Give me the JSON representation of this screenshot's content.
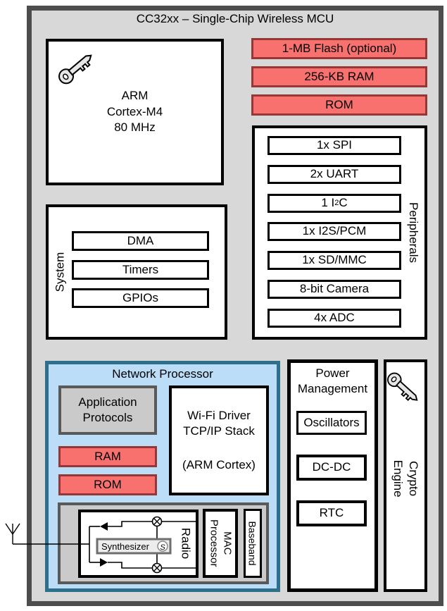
{
  "title": "CC32xx – Single-Chip Wireless MCU",
  "cpu": {
    "line1": "ARM",
    "line2": "Cortex-M4",
    "line3": "80 MHz"
  },
  "memory": {
    "flash": "1-MB Flash (optional)",
    "ram": "256-KB RAM",
    "rom": "ROM"
  },
  "peripherals": {
    "label": "Peripherals",
    "items": [
      {
        "text": "1x SPI"
      },
      {
        "text": "2x UART"
      },
      {
        "pre": "1 I",
        "sup": "2",
        "post": "C"
      },
      {
        "text": "1x I2S/PCM"
      },
      {
        "text": "1x SD/MMC"
      },
      {
        "text": "8-bit Camera"
      },
      {
        "text": "4x ADC"
      }
    ]
  },
  "system": {
    "label": "System",
    "items": [
      "DMA",
      "Timers",
      "GPIOs"
    ]
  },
  "network_processor": {
    "title": "Network Processor",
    "application_protocols": "Application\nProtocols",
    "wifi": {
      "line1": "Wi-Fi Driver",
      "line2": "TCP/IP Stack",
      "line3": "(ARM Cortex)"
    },
    "ram": "RAM",
    "rom": "ROM",
    "radio": {
      "label": "Radio",
      "synthesizer": "Synthesizer",
      "synth_symbol": "S"
    },
    "mac": "MAC\nProcessor",
    "baseband": "Baseband"
  },
  "power": {
    "title": "Power\nManagement",
    "items": [
      "Oscillators",
      "DC-DC",
      "RTC"
    ]
  },
  "crypto": {
    "label": "Crypto Engine"
  },
  "colors": {
    "chip_fill": "#D8D8D8",
    "chip_border": "#4D4D4D",
    "red_fill": "#F8716E",
    "red_border": "#953735",
    "blue_fill": "#BBDDF7",
    "blue_border": "#2E6F8C",
    "gray_fill": "#CACACA",
    "gray_border": "#595959"
  }
}
